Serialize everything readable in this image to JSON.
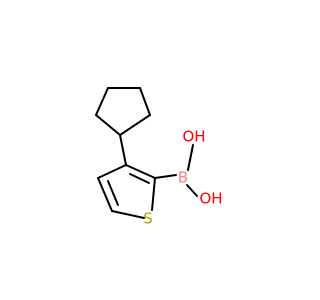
{
  "molecule": {
    "atoms": {
      "sulfur": {
        "symbol": "S",
        "color": "#b3a100"
      },
      "boron": {
        "symbol": "B",
        "color": "#ff8080"
      },
      "hydroxyl_top": {
        "symbol": "OH",
        "color": "#ff0000"
      },
      "hydroxyl_bottom": {
        "symbol": "OH",
        "color": "#ff0000"
      }
    },
    "colors": {
      "bond": "#000000",
      "background": "#ffffff"
    }
  }
}
